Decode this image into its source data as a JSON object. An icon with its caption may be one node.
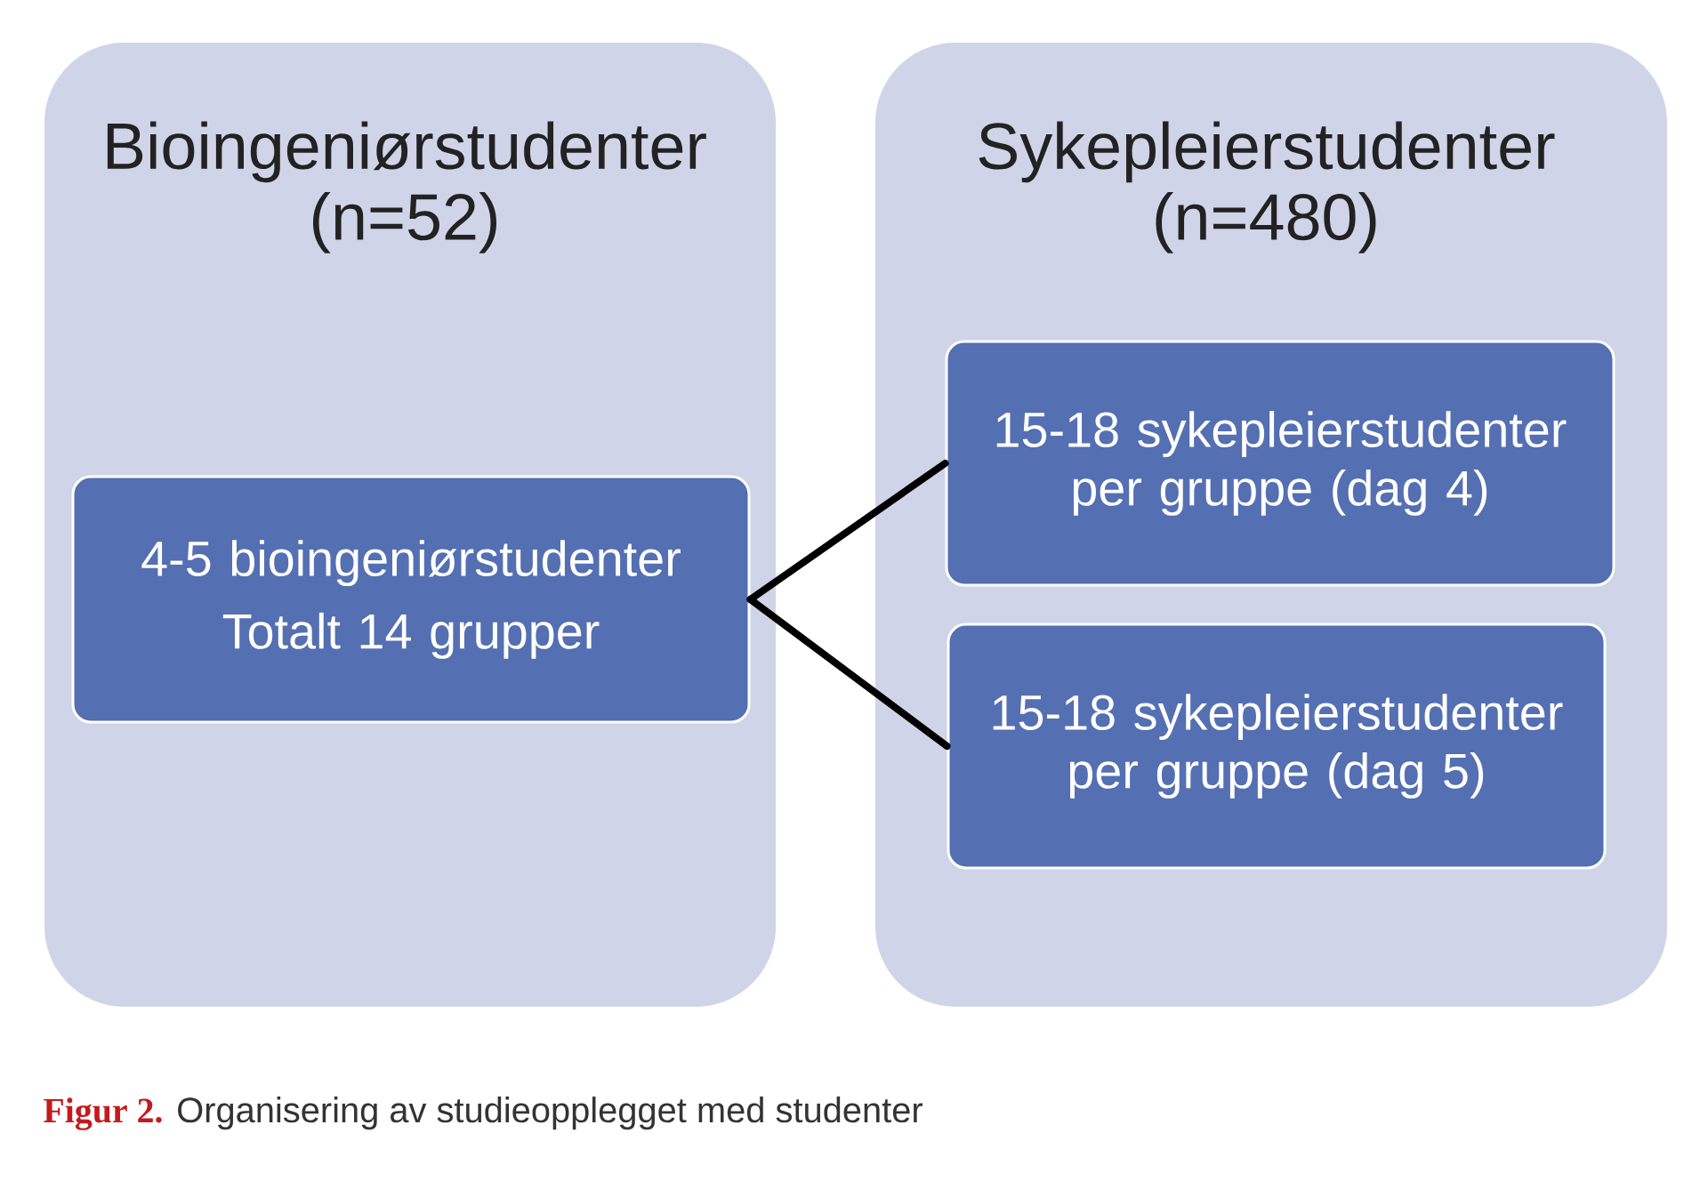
{
  "diagram": {
    "caption": "**Figur 2.** Organisering av studieopplegget med studenter",
    "nodes": [
      {
        "text": [
          "Bioingeniørstudenter (n=52)"
        ]
      },
      {
        "text": [
          "4-5 bioingeniørstudenter",
          "Totalt 14 grupper"
        ],
        "in": 0
      },
      {
        "text": [
          "Sykepleierstudenter (n=480)"
        ]
      },
      {
        "text": [
          "15-18 sykepleierstudenter per gruppe (dag 4)"
        ],
        "in": 2
      },
      {
        "text": [
          "15-18 sykepleierstudenter per gruppe (dag 5)"
        ],
        "in": 2
      }
    ],
    "edges": [
      {
        "from": 1,
        "to": 3,
        "arrow": "none"
      },
      {
        "from": 1,
        "to": 4,
        "arrow": "none"
      }
    ]
  }
}
